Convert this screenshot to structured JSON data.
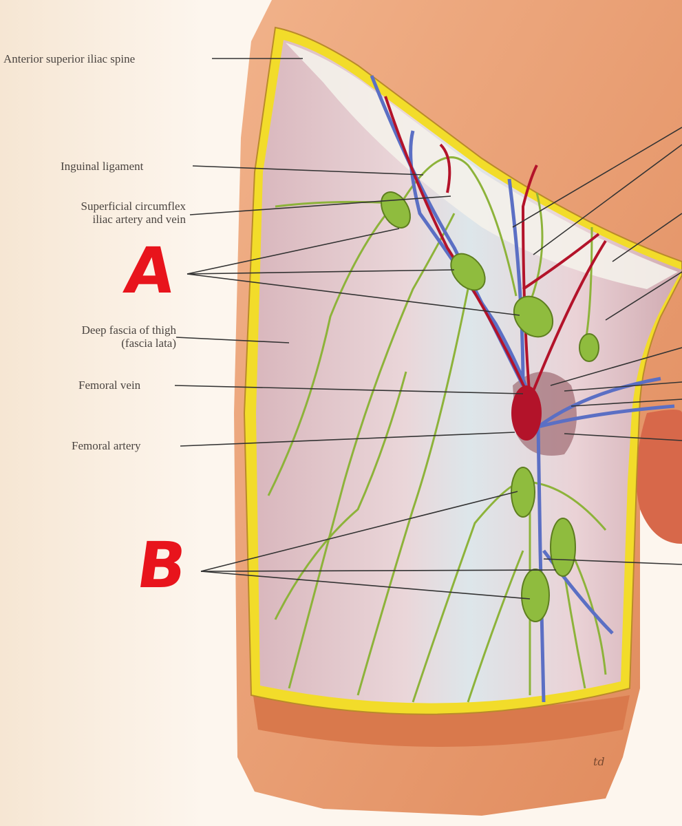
{
  "labels": {
    "asis": "Anterior superior iliac spine",
    "inguinal": "Inguinal ligament",
    "circumflex_1": "Superficial circumflex",
    "circumflex_2": "iliac artery and vein",
    "fascia_1": "Deep fascia of thigh",
    "fascia_2": "(fascia lata)",
    "femoral_vein": "Femoral vein",
    "femoral_artery": "Femoral artery"
  },
  "markers": {
    "a": "A",
    "b": "B"
  },
  "colors": {
    "background": "#fbf3ea",
    "skin": "#e79a6e",
    "fascia": "#e5cdd0",
    "fat_border": "#f2dc2a",
    "artery": "#b3132a",
    "vein": "#5b6fc4",
    "lymph": "#8db33a",
    "marker": "#e8141c"
  }
}
